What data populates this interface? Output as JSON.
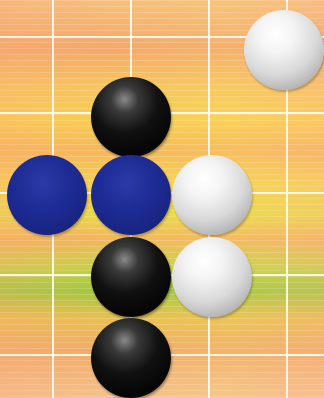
{
  "board": {
    "grid_columns": 4,
    "grid_rows": 5,
    "colors": {
      "black_stone": "#0a0a0a",
      "white_stone": "#e8e8e8",
      "highlight_stone": "#1d2a93"
    },
    "stones": [
      {
        "color": "white",
        "col": 4,
        "row": 0
      },
      {
        "color": "black",
        "col": 2,
        "row": 1
      },
      {
        "color": "blue",
        "col": 1,
        "row": 2
      },
      {
        "color": "blue",
        "col": 2,
        "row": 2
      },
      {
        "color": "white",
        "col": 3,
        "row": 2
      },
      {
        "color": "black",
        "col": 2,
        "row": 3
      },
      {
        "color": "white",
        "col": 3,
        "row": 3
      },
      {
        "color": "black",
        "col": 2,
        "row": 4
      }
    ]
  }
}
